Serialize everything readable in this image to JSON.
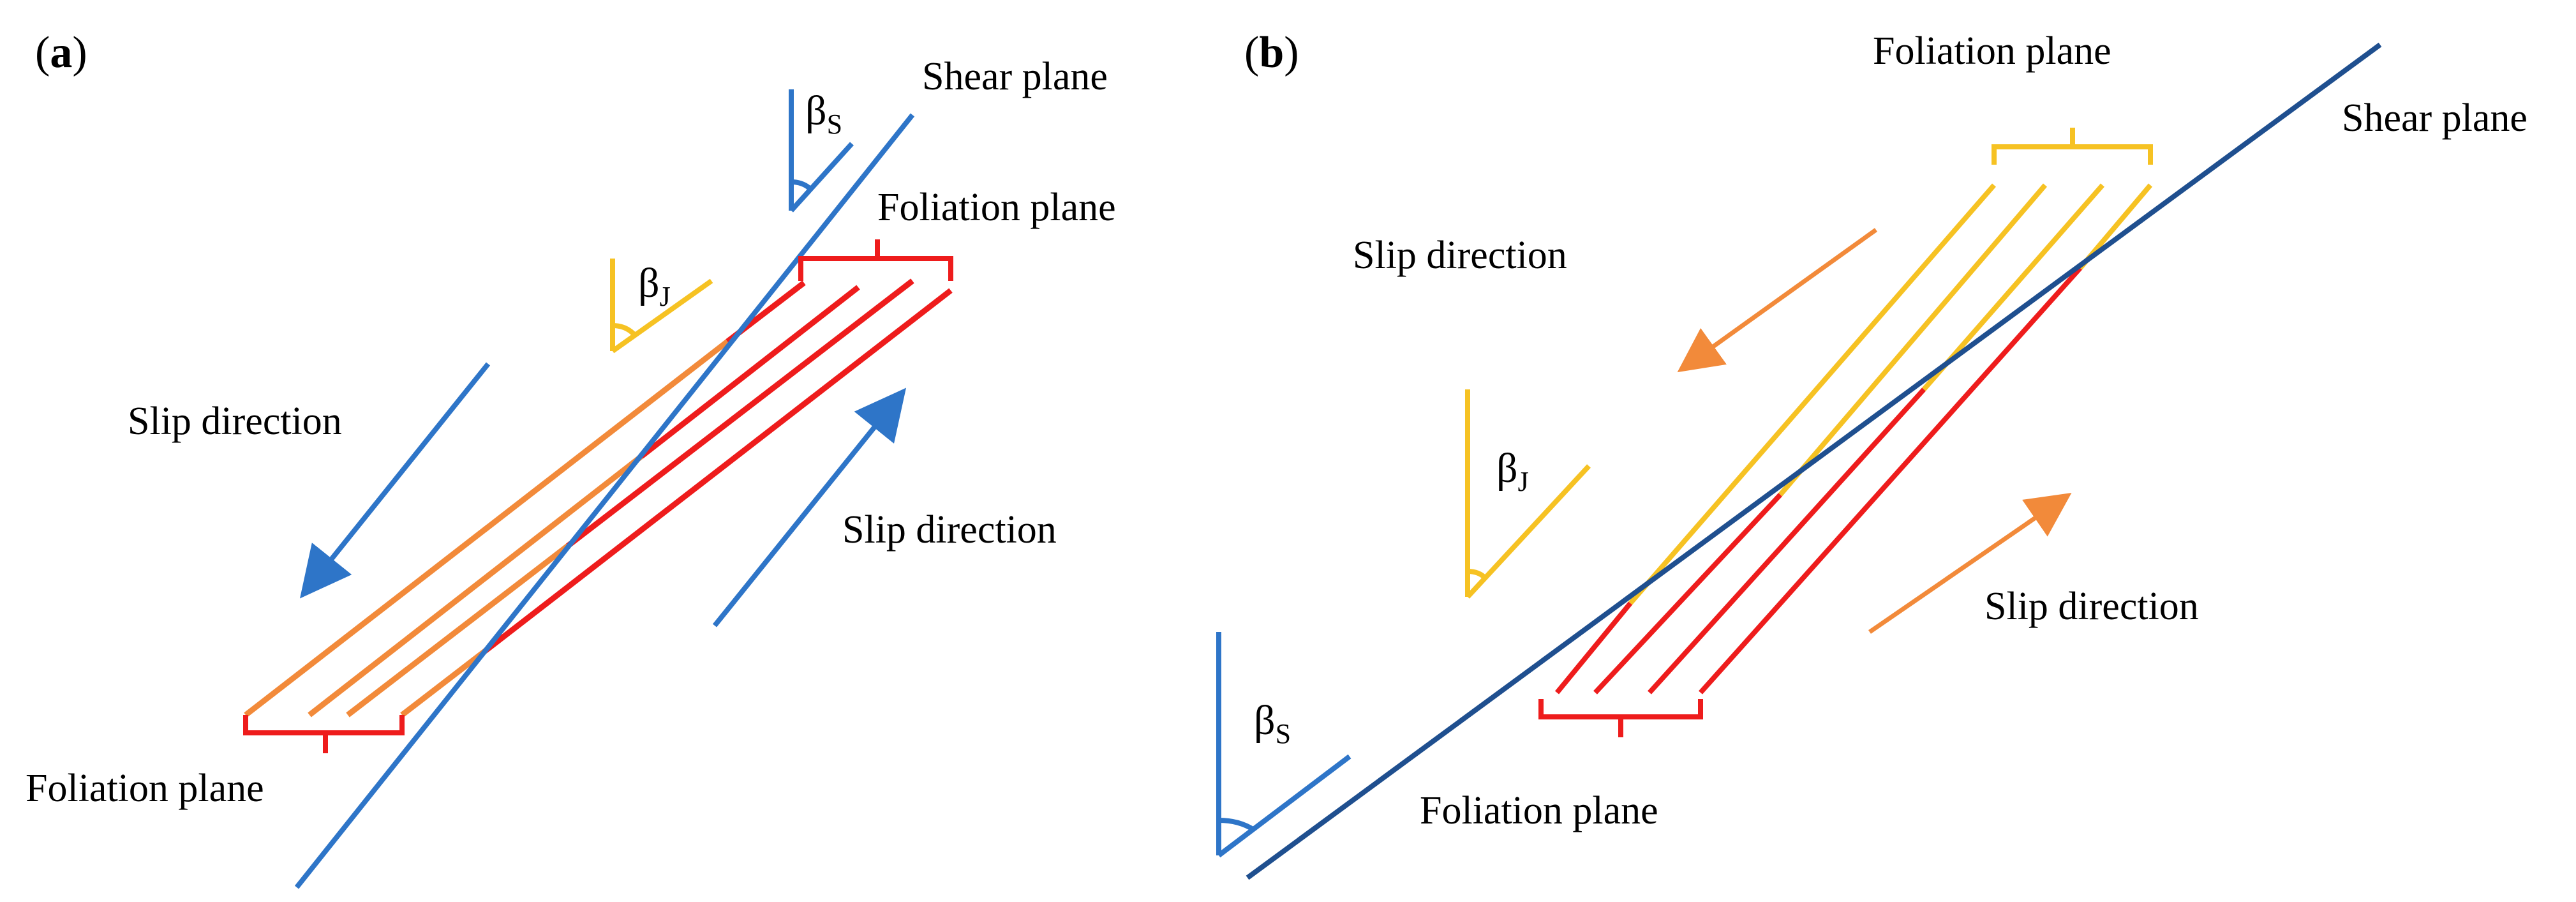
{
  "panel_a": {
    "tag_open": "(",
    "tag_letter": "a",
    "tag_close": ")",
    "shear_plane_label": "Shear plane",
    "foliation_top_label": "Foliation plane",
    "foliation_bottom_label": "Foliation plane",
    "slip_left_label": "Slip direction",
    "slip_right_label": "Slip direction",
    "beta_s": {
      "symbol": "β",
      "sub": "S"
    },
    "beta_j": {
      "symbol": "β",
      "sub": "J"
    }
  },
  "panel_b": {
    "tag_open": "(",
    "tag_letter": "b",
    "tag_close": ")",
    "shear_plane_label": "Shear plane",
    "foliation_top_label": "Foliation plane",
    "foliation_bottom_label": "Foliation plane",
    "slip_top_label": "Slip direction",
    "slip_bottom_label": "Slip direction",
    "beta_s": {
      "symbol": "β",
      "sub": "S"
    },
    "beta_j": {
      "symbol": "β",
      "sub": "J"
    }
  },
  "colors": {
    "blue": "#2e75c8",
    "dark_blue": "#1f4f8f",
    "red": "#ee1c1c",
    "orange": "#f28a3a",
    "yellow": "#f6c223"
  }
}
